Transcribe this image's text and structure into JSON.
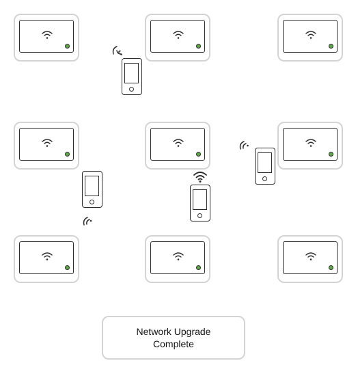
{
  "status": {
    "line1": "Network Upgrade",
    "line2": "Complete"
  },
  "routers": [
    {
      "id": "r1",
      "icon": "wifi-icon",
      "led_status": "on"
    },
    {
      "id": "r2",
      "icon": "wifi-icon",
      "led_status": "on"
    },
    {
      "id": "r3",
      "icon": "wifi-icon",
      "led_status": "on"
    },
    {
      "id": "r4",
      "icon": "wifi-icon",
      "led_status": "on"
    },
    {
      "id": "r5",
      "icon": "wifi-icon",
      "led_status": "on"
    },
    {
      "id": "r6",
      "icon": "wifi-icon",
      "led_status": "on"
    },
    {
      "id": "r7",
      "icon": "wifi-icon",
      "led_status": "on"
    },
    {
      "id": "r8",
      "icon": "wifi-icon",
      "led_status": "on"
    },
    {
      "id": "r9",
      "icon": "wifi-icon",
      "led_status": "on"
    }
  ],
  "phones": [
    {
      "id": "p1",
      "icon": "smartphone-icon",
      "signal_icon": "signal-waves-icon"
    },
    {
      "id": "p2",
      "icon": "smartphone-icon",
      "signal_icon": "signal-waves-icon"
    },
    {
      "id": "p3",
      "icon": "smartphone-icon",
      "signal_icon": "wifi-icon"
    },
    {
      "id": "p4",
      "icon": "smartphone-icon",
      "signal_icon": "signal-waves-icon"
    }
  ],
  "colors": {
    "led": "#5fa84a",
    "outline": "#2c2c2c",
    "frame": "#d4d4d4"
  }
}
